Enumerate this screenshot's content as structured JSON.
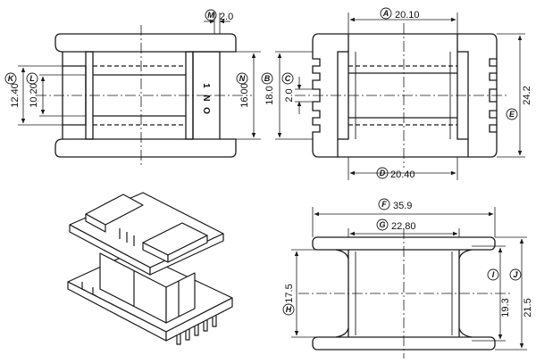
{
  "colors": {
    "stroke": "#1a1a1a",
    "background": "#ffffff"
  },
  "views": {
    "front": {
      "dimensions": [
        {
          "ref": "M",
          "value": "2.0"
        },
        {
          "ref": "N",
          "value": "16.00"
        },
        {
          "ref": "K",
          "value": "12.40"
        },
        {
          "ref": "L",
          "value": "10.20"
        }
      ],
      "pin_marks": [
        "1",
        "N",
        "O"
      ]
    },
    "side": {
      "dimensions": [
        {
          "ref": "A",
          "value": "20.10"
        },
        {
          "ref": "B",
          "value": "18.0"
        },
        {
          "ref": "C",
          "value": "2.0"
        },
        {
          "ref": "D",
          "value": "20.40"
        },
        {
          "ref": "E",
          "value": "24.2"
        }
      ]
    },
    "top": {
      "dimensions": [
        {
          "ref": "F",
          "value": "35.9"
        },
        {
          "ref": "G",
          "value": "22.80"
        },
        {
          "ref": "H",
          "value": "17.5"
        },
        {
          "ref": "I",
          "value": "19.3"
        },
        {
          "ref": "J",
          "value": "21.5"
        }
      ]
    }
  }
}
